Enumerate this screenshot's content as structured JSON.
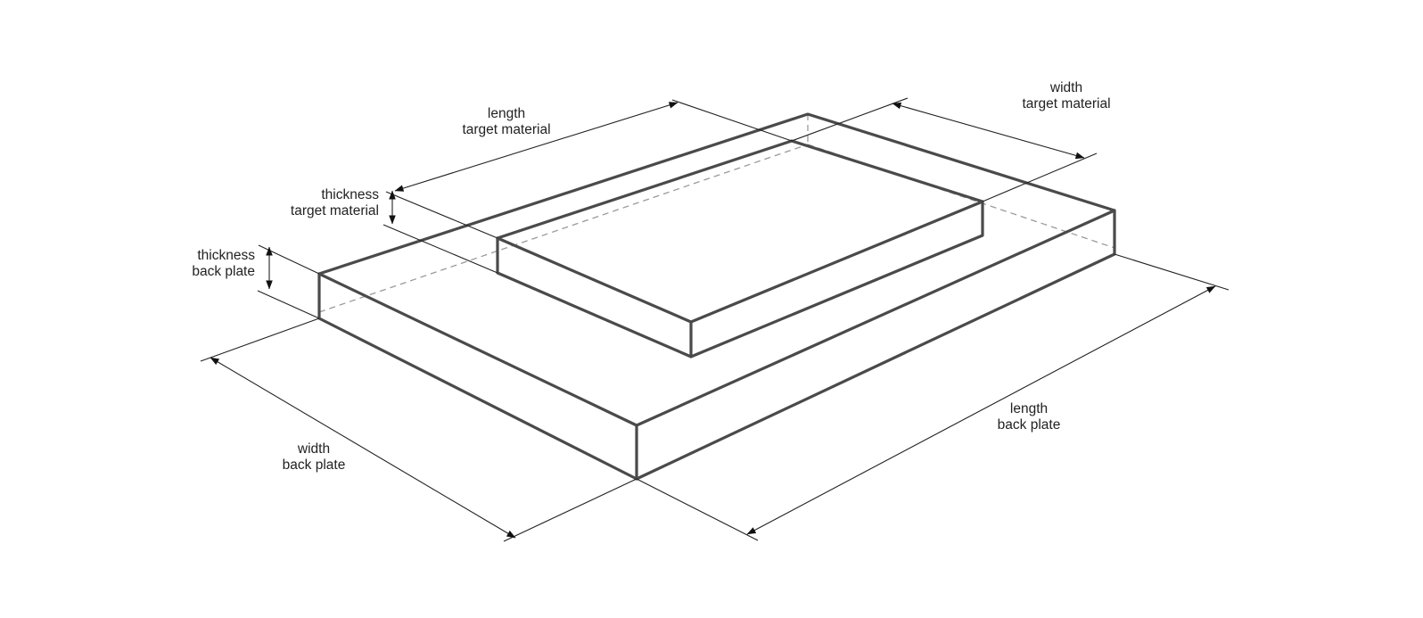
{
  "diagram": {
    "labels": {
      "length_target": {
        "line1": "length",
        "line2": "target material"
      },
      "width_target": {
        "line1": "width",
        "line2": "target material"
      },
      "thickness_target": {
        "line1": "thickness",
        "line2": "target material"
      },
      "thickness_back": {
        "line1": "thickness",
        "line2": "back plate"
      },
      "width_back": {
        "line1": "width",
        "line2": "back plate"
      },
      "length_back": {
        "line1": "length",
        "line2": "back plate"
      }
    },
    "colors": {
      "edge": "#4a4a4a",
      "hidden_edge": "#9a9a9a",
      "dimension": "#222222",
      "background": "#ffffff"
    }
  }
}
